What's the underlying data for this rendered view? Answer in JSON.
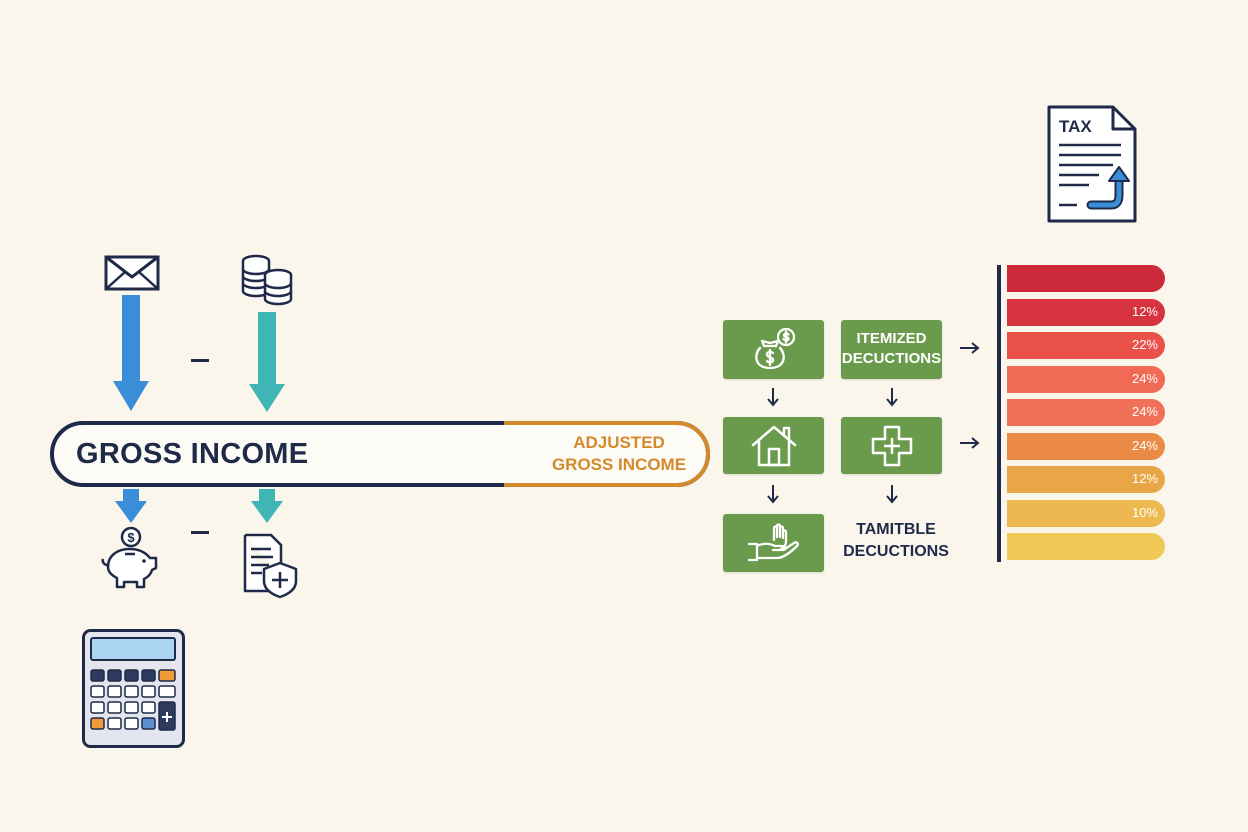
{
  "income": {
    "gross_income_label": "GROSS INCOME",
    "agi_label_line1": "ADJUSTED",
    "agi_label_line2": "GROSS INCOME"
  },
  "deductions": {
    "itemized_line1": "ITEMIZED",
    "itemized_line2": "DECUCTIONS",
    "taxable_line1": "TAMITBLE",
    "taxable_line2": "DECUCTIONS"
  },
  "tax_form": {
    "title": "TAX"
  },
  "tax_brackets": [
    {
      "rate": "",
      "color": "#cc2a3a"
    },
    {
      "rate": "12%",
      "color": "#d6323f"
    },
    {
      "rate": "22%",
      "color": "#ea5148"
    },
    {
      "rate": "24%",
      "color": "#f06a55"
    },
    {
      "rate": "24%",
      "color": "#f07158"
    },
    {
      "rate": "24%",
      "color": "#eb8a45"
    },
    {
      "rate": "12%",
      "color": "#e9a647"
    },
    {
      "rate": "10%",
      "color": "#ecb84f"
    },
    {
      "rate": "",
      "color": "#f0c855"
    }
  ],
  "colors": {
    "navy": "#1f2a48",
    "blue_arrow": "#3a8ed8",
    "teal_arrow": "#3fb6b5",
    "orange": "#d48a2c",
    "green": "#6a9a4c",
    "background": "#faf6ec"
  },
  "icons": [
    "envelope-icon",
    "coins-icon",
    "piggy-bank-icon",
    "insurance-document-icon",
    "calculator-icon",
    "money-bag-icon",
    "house-icon",
    "medical-cross-icon",
    "hand-giving-icon",
    "tax-document-icon"
  ]
}
